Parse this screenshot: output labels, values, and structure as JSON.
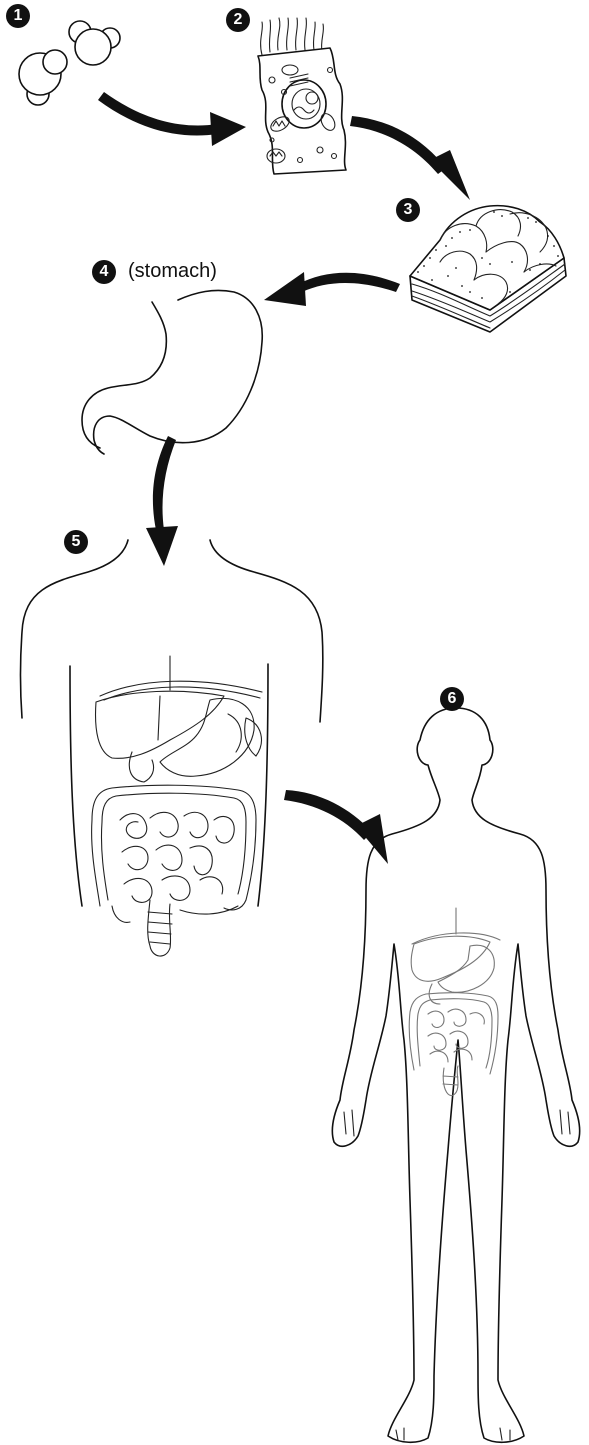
{
  "steps": [
    {
      "number": "1",
      "name": "molecules"
    },
    {
      "number": "2",
      "name": "cell"
    },
    {
      "number": "3",
      "name": "tissue"
    },
    {
      "number": "4",
      "name": "organ",
      "caption": "(stomach)"
    },
    {
      "number": "5",
      "name": "organ system"
    },
    {
      "number": "6",
      "name": "organism"
    }
  ],
  "colors": {
    "ink": "#111111",
    "background": "#ffffff",
    "faded_organs": "#777777"
  }
}
